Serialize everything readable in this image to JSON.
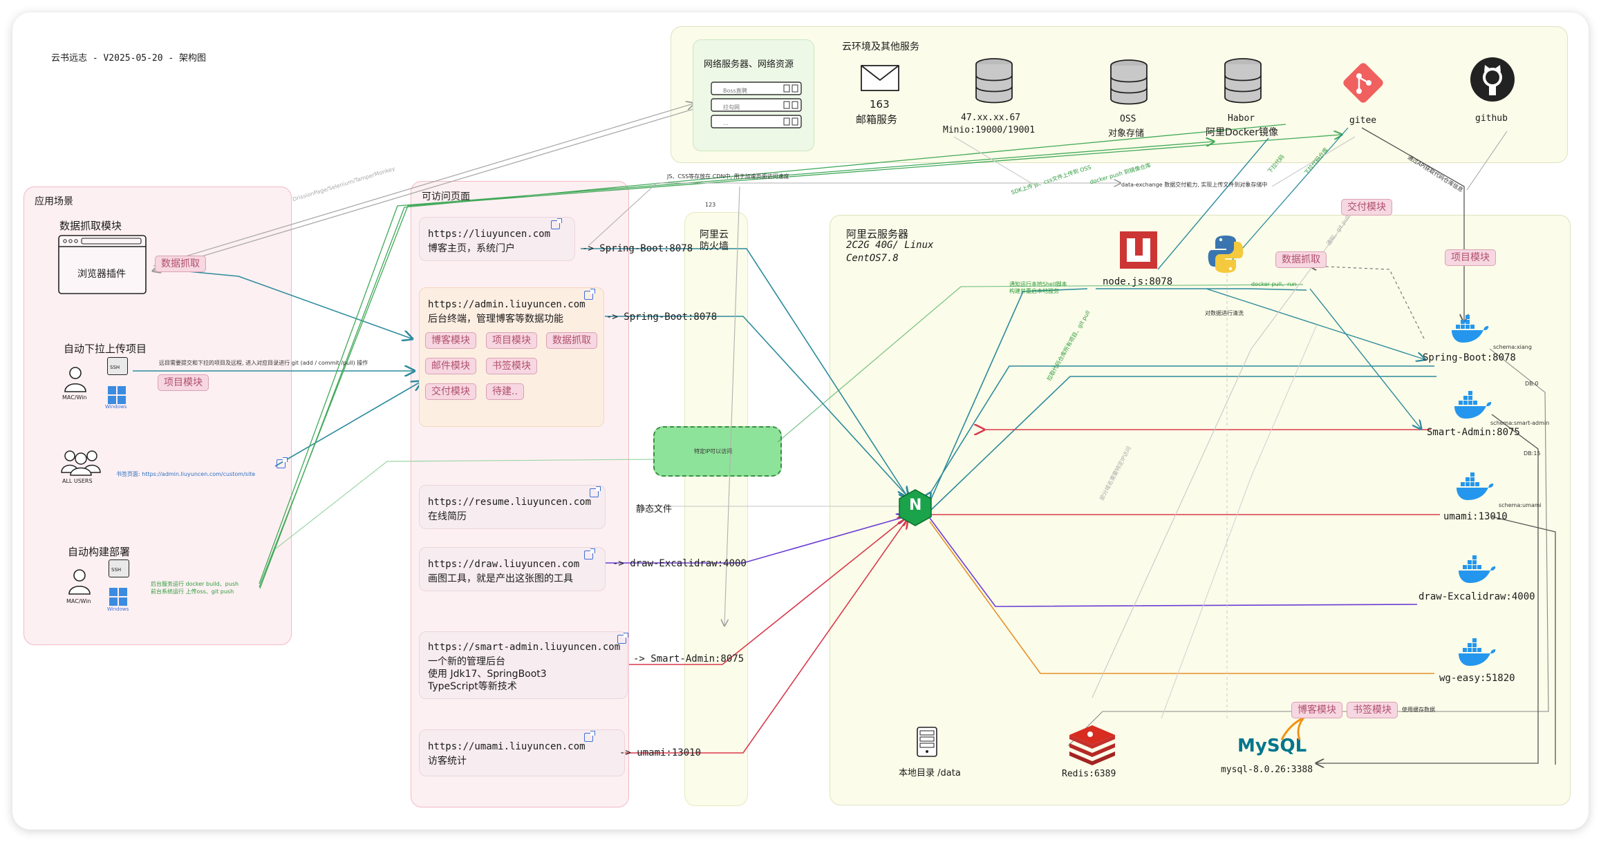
{
  "header": {
    "title": "云书远志 - V2025-05-20 - 架构图"
  },
  "scenes": {
    "title": "应用场景",
    "crawl_title": "数据抓取模块",
    "browser_label": "浏览器插件",
    "crawl_tag": "数据抓取",
    "pull_title": "自动下拉上传项目",
    "mac_label": "MAC/Win",
    "ssh_label": "SSH",
    "windows_label": "Windows",
    "pull_note": "远目需要提交和下拉的项目及远程, 进入对应目录进行 git (add / commit /pull) 操作",
    "pull_tag": "项目模块",
    "users_label": "ALL USERS",
    "users_note": "书签页面: https://admin.liuyuncen.com/custom/site",
    "deploy_title": "自动构建部署",
    "deploy_mac_label": "MAC/Win",
    "deploy_ssh_label": "SSH",
    "deploy_windows_label": "Windows",
    "deploy_note1": "后台服务运行 docker build、push",
    "deploy_note2": "前台系统运行 上传oss、git push"
  },
  "pages": {
    "title": "可访问页面",
    "cards": [
      {
        "url": "https://liuyuncen.com",
        "desc": "博客主页，系统门户",
        "target": "-> Spring-Boot:8078"
      },
      {
        "url": "https://admin.liuyuncen.com",
        "desc": "后台终端，管理博客等数据功能",
        "target": "-> Spring-Boot:8078"
      },
      {
        "url": "https://resume.liuyuncen.com",
        "desc": "在线简历",
        "target": "静态文件"
      },
      {
        "url": "https://draw.liuyuncen.com",
        "desc": "画图工具，就是产出这张图的工具",
        "target": "-> draw-Excalidraw:4000"
      },
      {
        "url": "https://smart-admin.liuyuncen.com",
        "desc1": "一个新的管理后台",
        "desc2": "使用 Jdk17、SpringBoot3",
        "desc3": "TypeScript等新技术",
        "target": "-> Smart-Admin:8075"
      },
      {
        "url": "https://umami.liuyuncen.com",
        "desc": "访客统计",
        "target": "-> umami:13010"
      }
    ],
    "admin_tags": [
      "博客模块",
      "项目模块",
      "数据抓取",
      "邮件模块",
      "书签模块",
      "交付模块",
      "待建.."
    ]
  },
  "firewall": {
    "title1": "阿里云",
    "title2": "防火墙",
    "green_note": "特定IP可以访问"
  },
  "cloud": {
    "title": "云环境及其他服务",
    "net_title": "网络服务器、网络资源",
    "net_rows": [
      "Boss直聘",
      "拉勾网",
      "..."
    ],
    "mail_num": "163",
    "mail_label": "邮箱服务",
    "minio_ip": "47.xx.xx.67",
    "minio_port": "Minio:19000/19001",
    "oss_l1": "OSS",
    "oss_l2": "对象存储",
    "habor_l1": "Habor",
    "habor_l2": "阿里Docker镜像",
    "gitee_label": "gitee",
    "github_label": "github"
  },
  "aliyun": {
    "title": "阿里云服务器",
    "spec1": "2C2G 40G/ Linux",
    "spec2": "CentOS7.8",
    "nodejs": "node.js:8078",
    "python_note": "对数据进行清洗",
    "crawl_tag": "数据抓取",
    "deliver_tag": "交付模块",
    "project_tag": "项目模块",
    "services": [
      {
        "name": "Spring-Boot:8078",
        "schema": "schema:xiang"
      },
      {
        "name": "Smart-Admin:8075",
        "schema": "schema:smart-admin"
      },
      {
        "name": "umami:13010",
        "schema": "schema:umami"
      },
      {
        "name": "draw-Excalidraw:4000",
        "schema": ""
      },
      {
        "name": "wg-easy:51820",
        "schema": ""
      }
    ],
    "db0": "DB:0",
    "db15": "DB:15",
    "local_dir": "本地目录 /data",
    "redis": "Redis:6389",
    "mysql": "mysql-8.0.26:3388",
    "mysql_logo": "MySQL",
    "blog_tag": "博客模块",
    "bookmark_tag": "书签模块",
    "cache_note": "使用缓存数据",
    "nginx_letter": "N"
  },
  "notes": {
    "cdn": "JS、CSS等存放在 CDN中, 用于加速页面访问速度",
    "n123": "123",
    "shell_notify1": "通知运行本地Shell脚本",
    "shell_notify2": "构建并重启本地服务",
    "docker_pull": "docker pull、run",
    "data_exchange": "data-exchange 数据交付能力, 实现上传文件到对象存储中",
    "oss_upload": "SDK上传 js、css文件上传到 OSS",
    "docker_push": "docker push 到镜像仓库",
    "pull_code": "下拉代码",
    "git_pull": "拉取代码仓库所有项目、git pull",
    "download_code": "下拉代码仓库",
    "sync_note": "通过API获取代码仓库信息",
    "tools": "DrissionPage/Selenium/TamperMonkey",
    "ip_limit": "部分域名需要特定IP访问",
    "git_loop": "通知、git pull"
  },
  "colors": {
    "teal": "#2b8a9c",
    "red": "#d9384b",
    "purple": "#6a3bd6",
    "orange": "#e8902a",
    "green": "#40a858",
    "blue": "#3b6fd6",
    "pinkTag": "#b0506f"
  }
}
